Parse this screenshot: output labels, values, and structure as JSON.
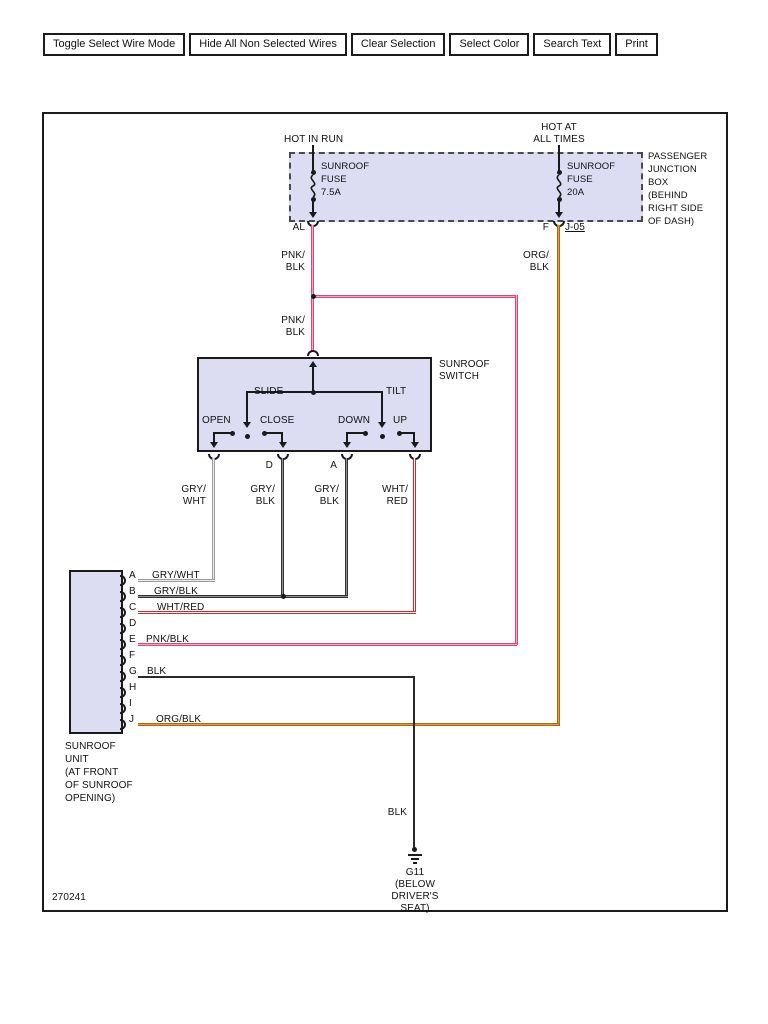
{
  "toolbar": {
    "buttons": [
      "Toggle Select Wire Mode",
      "Hide All Non Selected Wires",
      "Clear Selection",
      "Select Color",
      "Search Text",
      "Print"
    ]
  },
  "diagram": {
    "sheet_id": "270241",
    "power": {
      "left": "HOT IN RUN",
      "right": [
        "HOT AT",
        "ALL TIMES"
      ]
    },
    "junction_box": {
      "name_lines": [
        "PASSENGER",
        "JUNCTION",
        "BOX",
        "(BEHIND",
        "RIGHT SIDE",
        "OF DASH)"
      ],
      "fuse_left": [
        "SUNROOF",
        "FUSE",
        "7.5A"
      ],
      "fuse_right": [
        "SUNROOF",
        "FUSE",
        "20A"
      ],
      "pin_left": "AL",
      "pin_right": "F",
      "connector_ref": "J-05"
    },
    "switch": {
      "name_lines": [
        "SUNROOF",
        "SWITCH"
      ],
      "slide": "SLIDE",
      "tilt": "TILT",
      "open": "OPEN",
      "close": "CLOSE",
      "down": "DOWN",
      "up": "UP",
      "pin_d": "D",
      "pin_a": "A",
      "out_labels": [
        [
          "GRY/",
          "WHT"
        ],
        [
          "GRY/",
          "BLK"
        ],
        [
          "GRY/",
          "BLK"
        ],
        [
          "WHT/",
          "RED"
        ]
      ]
    },
    "wire_labels": {
      "pnk_blk": [
        "PNK/",
        "BLK"
      ],
      "org_blk": [
        "ORG/",
        "BLK"
      ],
      "blk": "BLK"
    },
    "unit": {
      "pins": [
        {
          "letter": "A",
          "wire": "GRY/WHT"
        },
        {
          "letter": "B",
          "wire": "GRY/BLK"
        },
        {
          "letter": "C",
          "wire": "WHT/RED"
        },
        {
          "letter": "D",
          "wire": ""
        },
        {
          "letter": "E",
          "wire": "PNK/BLK"
        },
        {
          "letter": "F",
          "wire": ""
        },
        {
          "letter": "G",
          "wire": "BLK"
        },
        {
          "letter": "H",
          "wire": ""
        },
        {
          "letter": "I",
          "wire": ""
        },
        {
          "letter": "J",
          "wire": "ORG/BLK"
        }
      ],
      "name_lines": [
        "SUNROOF",
        "UNIT",
        "(AT FRONT",
        "OF SUNROOF",
        "OPENING)"
      ]
    },
    "ground": {
      "id": "G11",
      "location_lines": [
        "(BELOW",
        "DRIVER'S",
        "SEAT)"
      ]
    }
  },
  "colors": {
    "pnk_blk_core": "#f6a8c5",
    "pnk_blk_edge": "#d5497b",
    "org_blk_core": "#ef9a33",
    "org_blk_edge": "#a86a12",
    "gry_wht_core": "#eaeaea",
    "gry_wht_edge": "#9c9c9c",
    "gry_blk_core": "#8f8f8f",
    "gry_blk_edge": "#333333",
    "wht_red_core": "#ffffff",
    "wht_red_edge": "#cf2b2b",
    "blk_wire": "#2a2a2a",
    "box_fill": "#dcdcf3",
    "line": "#1a1a1a"
  }
}
